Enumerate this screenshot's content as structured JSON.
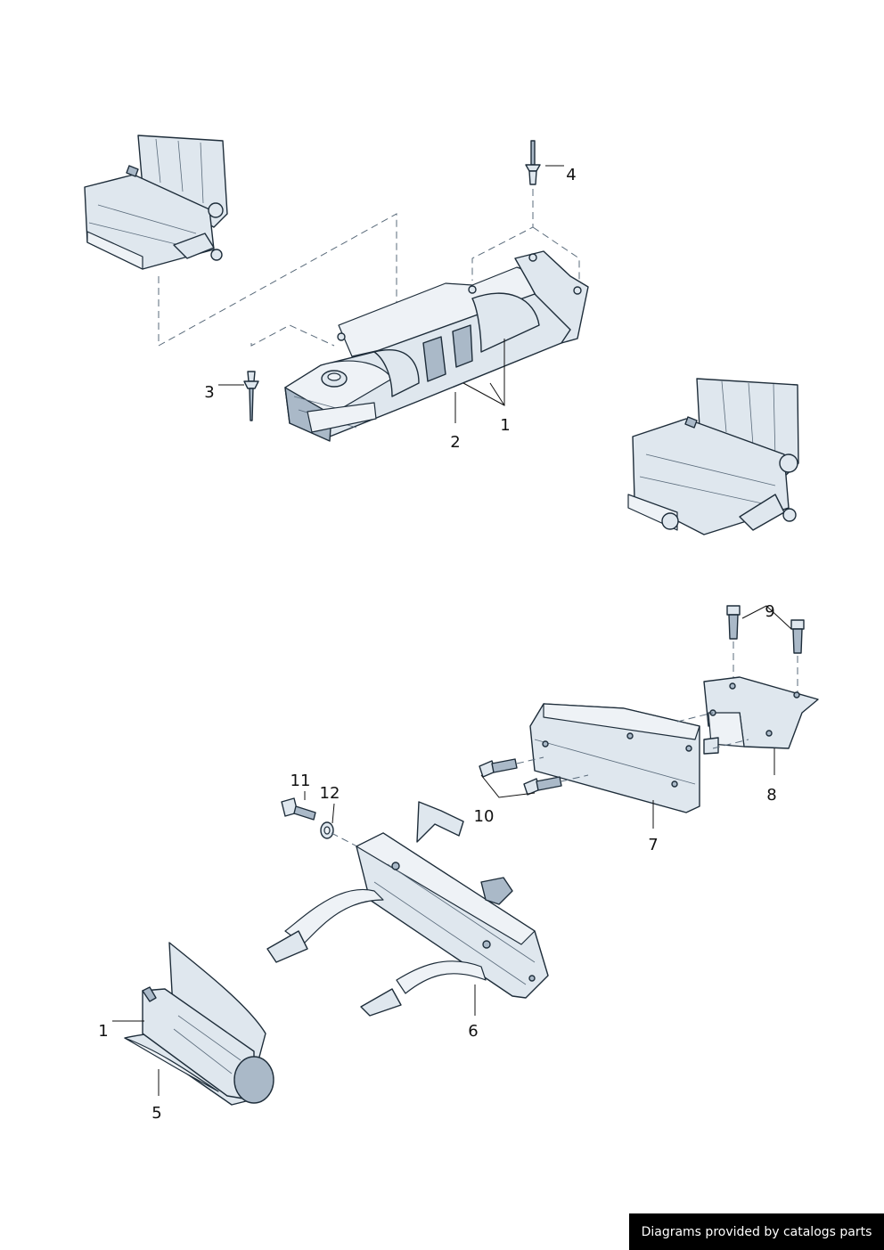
{
  "callouts": [
    {
      "id": "c4",
      "label": "4"
    },
    {
      "id": "c3",
      "label": "3"
    },
    {
      "id": "c2",
      "label": "2"
    },
    {
      "id": "c1a",
      "label": "1"
    },
    {
      "id": "c9",
      "label": "9"
    },
    {
      "id": "c11",
      "label": "11"
    },
    {
      "id": "c12",
      "label": "12"
    },
    {
      "id": "c10",
      "label": "10"
    },
    {
      "id": "c7",
      "label": "7"
    },
    {
      "id": "c8",
      "label": "8"
    },
    {
      "id": "c1b",
      "label": "1"
    },
    {
      "id": "c6",
      "label": "6"
    },
    {
      "id": "c5",
      "label": "5"
    }
  ],
  "credit": "Diagrams provided by catalogs parts"
}
